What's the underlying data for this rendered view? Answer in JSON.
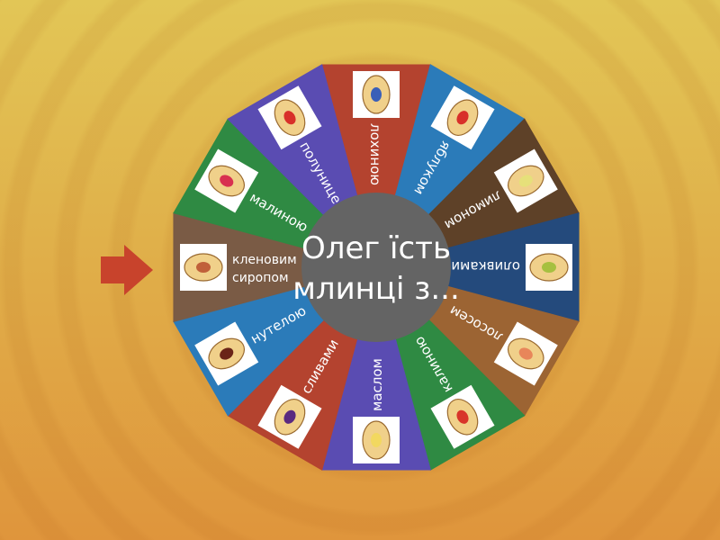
{
  "wheel": {
    "center_text_line1": "Олег їсть",
    "center_text_line2": "млинці з...",
    "center_color": "#646464",
    "segments": [
      {
        "label": "лохиною",
        "color": "#b4432f",
        "topping": "#3a5fb8"
      },
      {
        "label": "яблуком",
        "color": "#2b7bb9",
        "topping": "#d8302a"
      },
      {
        "label": "лимоном",
        "color": "#5e4128",
        "topping": "#e6e07a"
      },
      {
        "label": "оливками",
        "color": "#244a7c",
        "topping": "#a6c040"
      },
      {
        "label": "лососем",
        "color": "#9c6433",
        "topping": "#e8865a"
      },
      {
        "label": "калиною",
        "color": "#2f8a43",
        "topping": "#d8342a"
      },
      {
        "label": "маслом",
        "color": "#5a4cb2",
        "topping": "#f2d860"
      },
      {
        "label": "сливами",
        "color": "#b4432f",
        "topping": "#5a2a80"
      },
      {
        "label": "нутелою",
        "color": "#2b7bb9",
        "topping": "#6a2418"
      },
      {
        "label": "кленовим сиропом",
        "color": "#7a5b45",
        "topping": "#c0603a"
      },
      {
        "label": "малиною",
        "color": "#2f8a43",
        "topping": "#d83050"
      },
      {
        "label": "полуницею",
        "color": "#5a4cb2",
        "topping": "#d8302a"
      }
    ]
  },
  "pointer": {
    "icon": "arrow-right-icon",
    "color": "#c8432c"
  }
}
